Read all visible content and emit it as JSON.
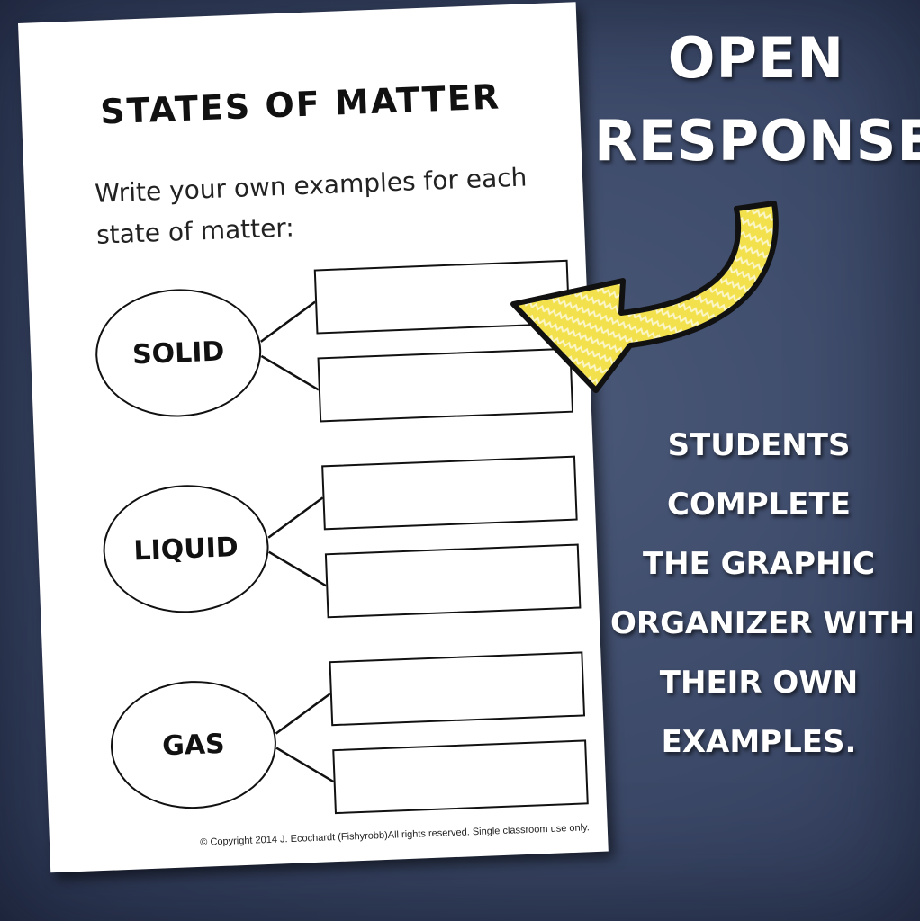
{
  "worksheet": {
    "title": "STATES OF MATTER",
    "instructions_line1": "Write your own examples for each",
    "instructions_line2": "state of matter:",
    "states": [
      "SOLID",
      "LIQUID",
      "GAS"
    ],
    "copyright": "© Copyright 2014 J. Ecochardt (Fishyrobb)All rights reserved. Single classroom use only."
  },
  "heading": {
    "line1": "OPEN",
    "line2": "RESPONSE"
  },
  "description": {
    "lines": [
      "STUDENTS",
      "COMPLETE",
      "THE GRAPHIC",
      "ORGANIZER WITH",
      "THEIR OWN",
      "EXAMPLES."
    ]
  },
  "colors": {
    "background": "#3b4867",
    "arrow_fill": "#f2e14c",
    "arrow_outline": "#111111",
    "text": "#ffffff"
  },
  "icons": {
    "arrow": "curved-arrow-icon"
  }
}
